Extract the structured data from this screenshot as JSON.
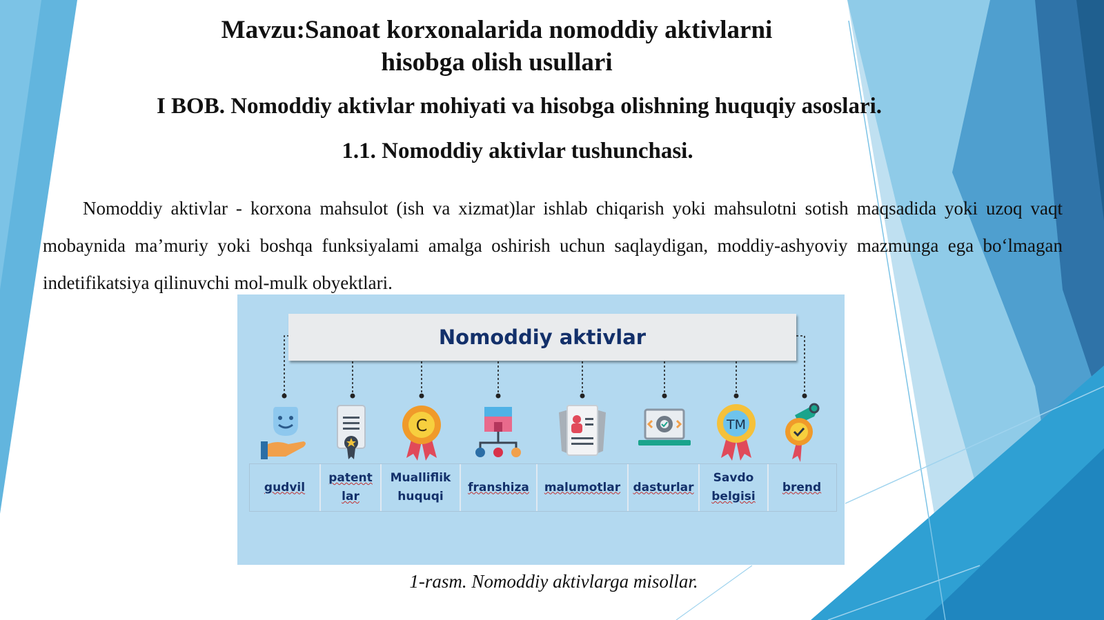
{
  "slide": {
    "title_line1": "Mavzu:Sanoat korxonalarida nomoddiy aktivlarni",
    "title_line2": "hisobga olish usullari",
    "chapter_heading": "I BOB. Nomoddiy aktivlar mohiyati va hisobga olishning huquqiy asoslari.",
    "section_heading": "1.1. Nomoddiy aktivlar tushunchasi.",
    "paragraph": "Nomoddiy aktivlar - korxona mahsulot (ish va xizmat)lar ishlab chiqarish yoki mahsulotni sotish maqsadida yoki uzoq vaqt mobaynida ma’muriy yoki boshqa funksiyalami amalga oshirish uchun saqlaydigan, moddiy-ashyoviy mazmunga ega bo‘lmagan indetifikatsiya qilinuvchi mol-mulk obyektlari.",
    "caption": "1-rasm. Nomoddiy aktivlarga misollar."
  },
  "figure": {
    "header": "Nomoddiy aktivlar",
    "items": [
      {
        "label_line1": "gudvil",
        "label_line2": "",
        "icon": "face-in-hand-icon"
      },
      {
        "label_line1": "patent",
        "label_line2": "lar",
        "icon": "certificate-scroll-icon"
      },
      {
        "label_line1": "Mualliflik",
        "label_line2": "huquqi",
        "icon": "copyright-medal-icon"
      },
      {
        "label_line1": "franshiza",
        "label_line2": "",
        "icon": "franchise-store-icon"
      },
      {
        "label_line1": "malumotlar",
        "label_line2": "",
        "icon": "data-document-icon"
      },
      {
        "label_line1": "dasturlar",
        "label_line2": "",
        "icon": "software-laptop-icon"
      },
      {
        "label_line1": "Savdo",
        "label_line2": "belgisi",
        "icon": "trademark-badge-icon"
      },
      {
        "label_line1": "brend",
        "label_line2": "",
        "icon": "brand-tag-icon"
      }
    ]
  },
  "colors": {
    "figure_background": "#b3d9f0",
    "header_text": "#13306a",
    "deco_light_blue": "#5db4e0",
    "deco_dark_blue": "#1f5f8f"
  }
}
